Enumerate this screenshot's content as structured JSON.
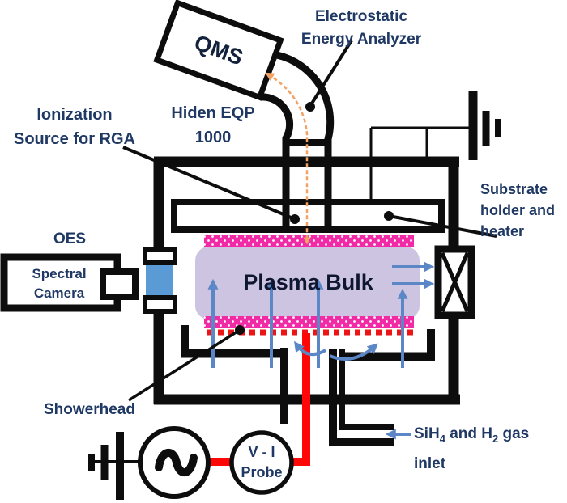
{
  "title": "PECVD plasma reactor diagnostics schematic",
  "labels": {
    "qms": "QMS",
    "eea": {
      "line1": "Electrostatic",
      "line2": "Energy Analyzer"
    },
    "hiden": {
      "line1": "Hiden EQP",
      "line2": "1000"
    },
    "ionization": {
      "line1": "Ionization",
      "line2": "Source for RGA"
    },
    "oes": "OES",
    "spectral_camera": {
      "line1": "Spectral",
      "line2": "Camera"
    },
    "substrate": {
      "line1": "Substrate",
      "line2": "holder and",
      "line3": "heater"
    },
    "plasma_bulk": "Plasma Bulk",
    "showerhead": "Showerhead",
    "vi_probe": {
      "line1": "V - I",
      "line2": "Probe"
    },
    "gas_inlet": {
      "p1": "SiH",
      "s1": "4",
      "p2": " and H",
      "s2": "2",
      "p3": " gas",
      "line2": "inlet"
    }
  },
  "colors": {
    "label_navy": "#1F3864",
    "plasma_fill": "#CCC4E0",
    "sheath_magenta": "#F12BA5",
    "arrow_blue": "#5B87C7",
    "window_blue": "#5B9BD5",
    "rf_red": "#FF0707",
    "showerhead_red": "#EC1414",
    "ion_beam_orange": "#F2A264",
    "line_black": "#0d0d0d"
  }
}
